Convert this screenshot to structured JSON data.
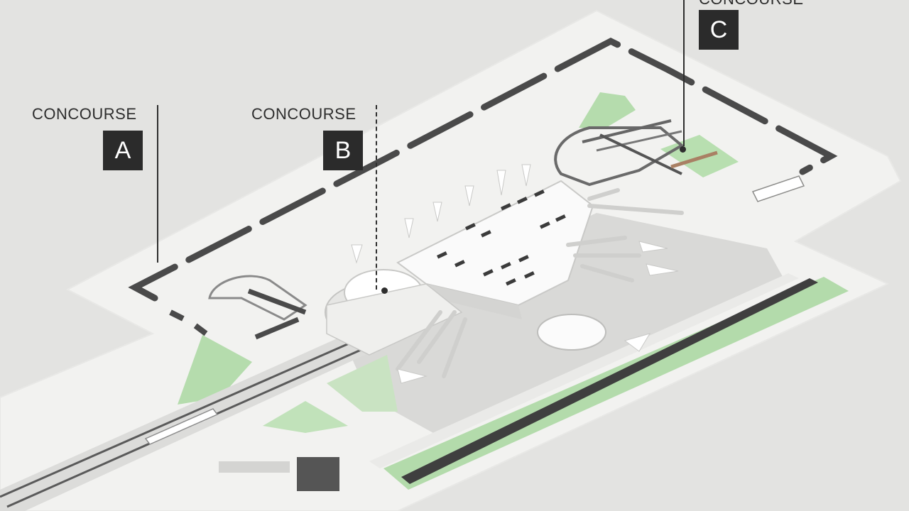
{
  "concourses": [
    {
      "id": "a",
      "title": "CONCOURSE",
      "letter": "A"
    },
    {
      "id": "b",
      "title": "CONCOURSE",
      "letter": "B"
    },
    {
      "id": "c",
      "title": "CONCOURSE",
      "letter": "C"
    }
  ],
  "colors": {
    "background": "#e3e3e1",
    "ground": "#f2f2f0",
    "grass": "#a9d3a0",
    "apron": "#d6d6d4",
    "road": "#4a4a4a",
    "badge": "#2b2b2b",
    "building": "#fafafa"
  },
  "icons": [
    "leader-line",
    "location-dot",
    "train",
    "aircraft"
  ]
}
